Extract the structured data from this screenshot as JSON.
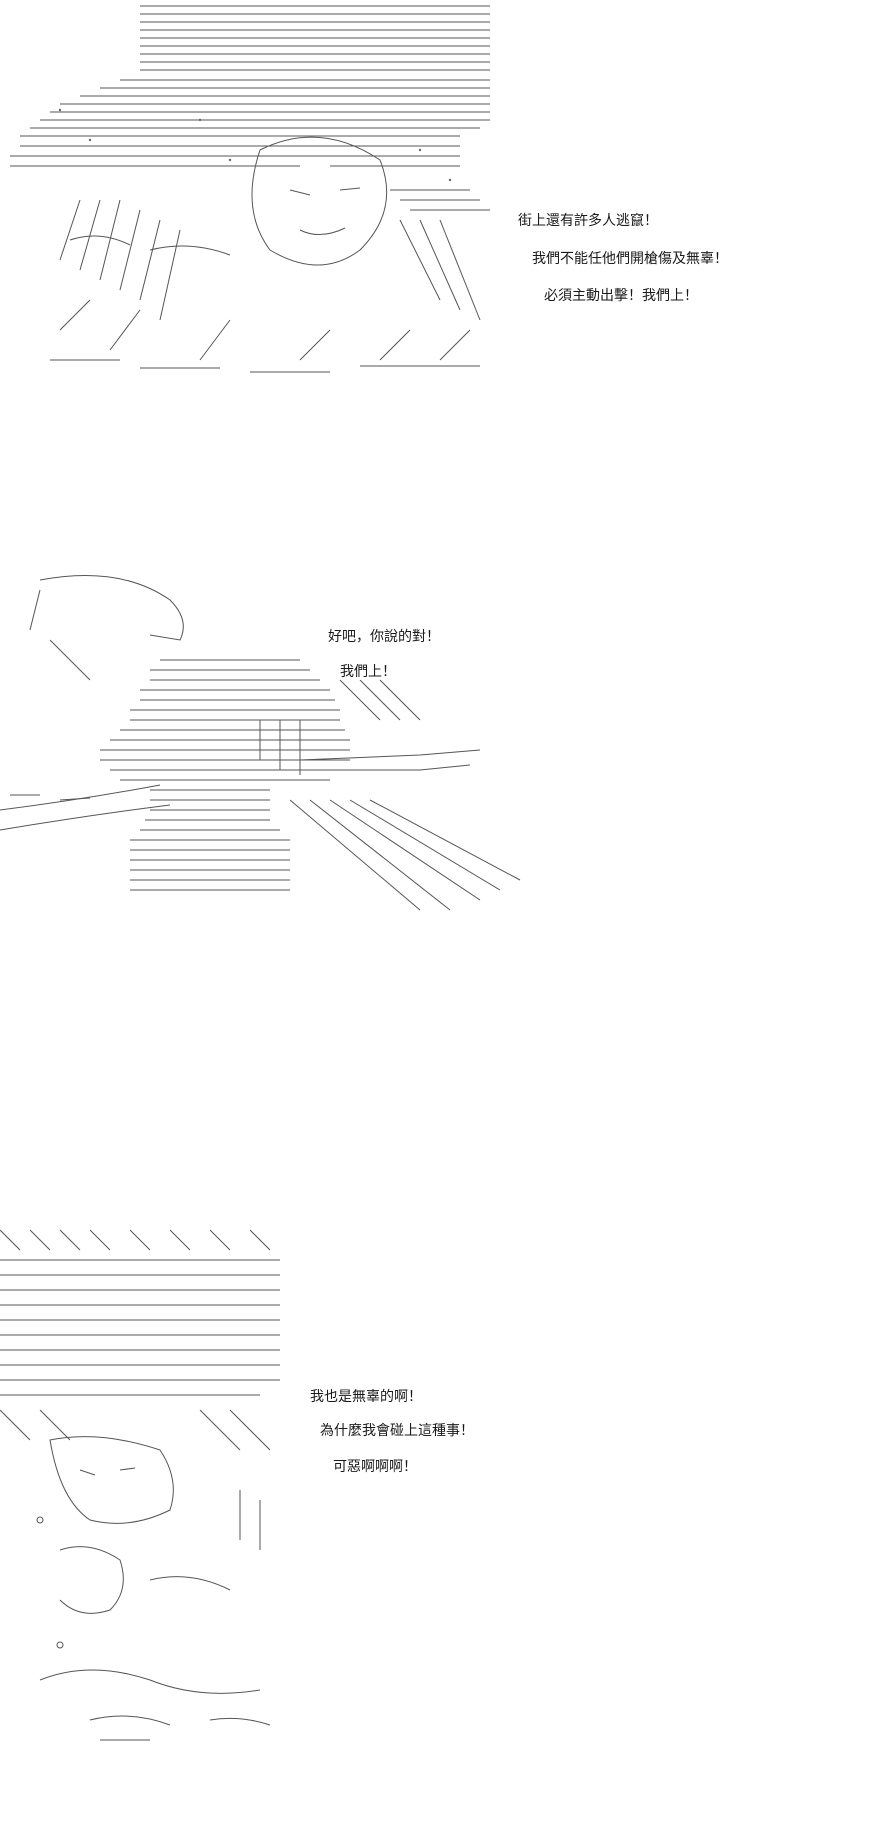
{
  "panels": [
    {
      "art_subject": "crowd-scene-ascii-art",
      "lines": [
        "街上還有許多人逃竄！",
        "我們不能任他們開槍傷及無辜！",
        "必須主動出擊！我們上！"
      ]
    },
    {
      "art_subject": "pointing-figure-ascii-art",
      "lines": [
        "好吧，你說的對！",
        "我們上！"
      ]
    },
    {
      "art_subject": "fallen-figure-ascii-art",
      "lines": [
        "我也是無辜的啊！",
        "為什麼我會碰上這種事！",
        "可惡啊啊啊！"
      ]
    }
  ]
}
